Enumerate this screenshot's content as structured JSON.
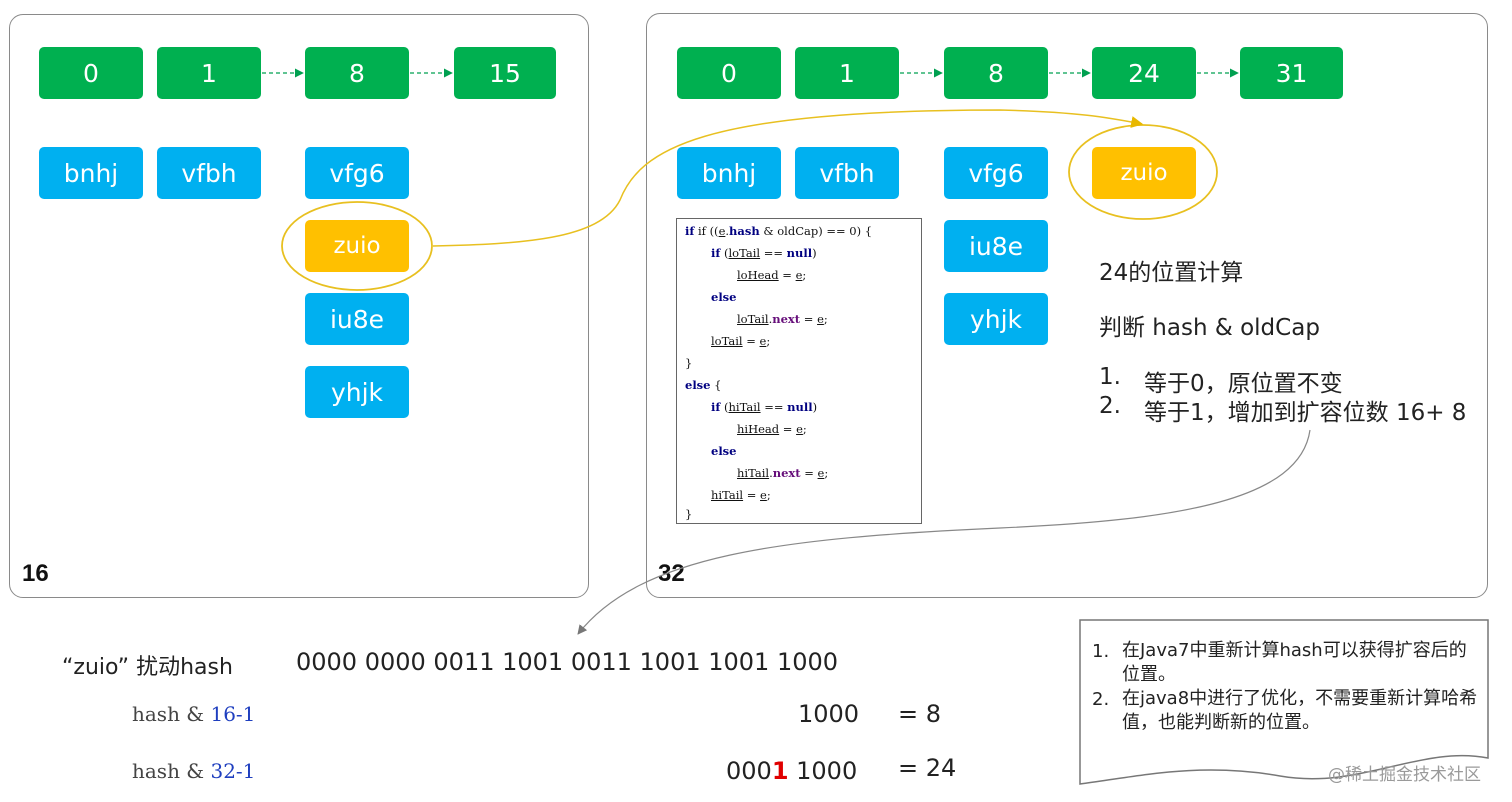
{
  "left_panel": {
    "capacity_label": "16",
    "buckets": [
      "0",
      "1",
      "8",
      "15"
    ],
    "entries": {
      "bucket0": [
        "bnhj"
      ],
      "bucket1": [
        "vfbh"
      ],
      "bucket8": [
        "vfg6",
        "zuio",
        "iu8e",
        "yhjk"
      ]
    }
  },
  "right_panel": {
    "capacity_label": "32",
    "buckets": [
      "0",
      "1",
      "8",
      "24",
      "31"
    ],
    "entries": {
      "bucket0": [
        "bnhj"
      ],
      "bucket1": [
        "vfbh"
      ],
      "bucket8": [
        "vfg6",
        "iu8e",
        "yhjk"
      ],
      "bucket24": [
        "zuio"
      ]
    },
    "explain": {
      "title": "24的位置计算",
      "judge": "判断 hash & oldCap",
      "items": [
        {
          "n": "1.",
          "text": "等于0，原位置不变"
        },
        {
          "n": "2.",
          "text": "等于1，增加到扩容位数 16+ 8"
        }
      ]
    }
  },
  "code": {
    "l1_a": "if ((",
    "l1_b": "e",
    "l1_c": ".",
    "l1_d": "hash",
    "l1_e": " & oldCap) == 0) {",
    "l2_kw": "if",
    "l2_a": " (",
    "l2_b": "loTail",
    "l2_c": " == ",
    "l2_d": "null",
    "l2_e": ")",
    "l3_a": "loHead",
    "l3_b": " = ",
    "l3_c": "e",
    "l3_d": ";",
    "l4_kw": "else",
    "l5_a": "loTail",
    "l5_b": ".",
    "l5_c": "next",
    "l5_d": " = ",
    "l5_e": "e",
    "l5_f": ";",
    "l6_a": "loTail",
    "l6_b": " = ",
    "l6_c": "e",
    "l6_d": ";",
    "l7": "}",
    "l8_kw": "else",
    "l8_a": " {",
    "l9_kw": "if",
    "l9_a": " (",
    "l9_b": "hiTail",
    "l9_c": " == ",
    "l9_d": "null",
    "l9_e": ")",
    "l10_a": "hiHead",
    "l10_b": " = ",
    "l10_c": "e",
    "l10_d": ";",
    "l11_kw": "else",
    "l12_a": "hiTail",
    "l12_b": ".",
    "l12_c": "next",
    "l12_d": " = ",
    "l12_e": "e",
    "l12_f": ";",
    "l13_a": "hiTail",
    "l13_b": " = ",
    "l13_c": "e",
    "l13_d": ";",
    "l14": "}"
  },
  "calc": {
    "key_label": "“zuio” 扰动hash",
    "hash_bits": "0000 0000 0011 1001 0011 1001 1001 1000",
    "row1": {
      "prefix": "hash & ",
      "mask": "16-1",
      "bits": "1000",
      "result": "= 8"
    },
    "row2": {
      "prefix": "hash & ",
      "mask": "32-1",
      "bits_pre": "000",
      "bits_hi": "1",
      "bits_post": " 1000",
      "result": "= 24"
    }
  },
  "note": {
    "items": [
      {
        "n": "1.",
        "text": "在Java7中重新计算hash可以获得扩容后的位置。"
      },
      {
        "n": "2.",
        "text": "在java8中进行了优化，不需要重新计算哈希值，也能判断新的位置。"
      }
    ]
  },
  "watermark": "@稀土掘金技术社区",
  "colors": {
    "bucket": "#00b050",
    "entry": "#00b0f0",
    "moved": "#ffc000",
    "highlight_bit": "#e00000"
  }
}
